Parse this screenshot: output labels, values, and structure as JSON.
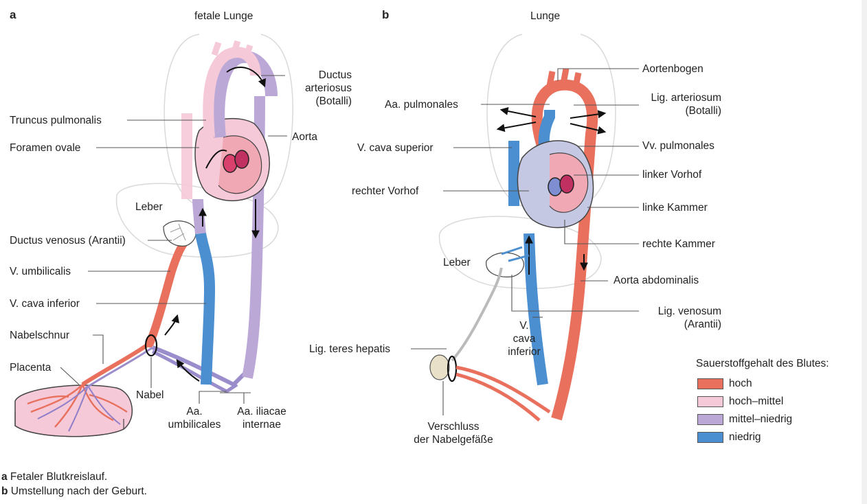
{
  "panel_a": {
    "letter": "a",
    "title": "fetale Lunge",
    "labels": {
      "ductus_arteriosus_1": "Ductus",
      "ductus_arteriosus_2": "arteriosus",
      "ductus_arteriosus_3": "(Botalli)",
      "truncus": "Truncus pulmonalis",
      "foramen": "Foramen ovale",
      "aorta": "Aorta",
      "leber": "Leber",
      "ductus_venosus": "Ductus venosus (Arantii)",
      "v_umbilicalis": "V. umbilicalis",
      "v_cava_inferior": "V. cava inferior",
      "nabelschnur": "Nabelschnur",
      "placenta": "Placenta",
      "nabel": "Nabel",
      "aa_umb_1": "Aa.",
      "aa_umb_2": "umbilicales",
      "aa_iliacae_1": "Aa. iliacae",
      "aa_iliacae_2": "internae"
    }
  },
  "panel_b": {
    "letter": "b",
    "title": "Lunge",
    "labels": {
      "aortenbogen": "Aortenbogen",
      "aa_pulmonales": "Aa. pulmonales",
      "lig_arteriosum_1": "Lig. arteriosum",
      "lig_arteriosum_2": "(Botalli)",
      "v_cava_superior": "V.  cava superior",
      "vv_pulmonales": "Vv. pulmonales",
      "linker_vorhof": "linker Vorhof",
      "rechter_vorhof": "rechter Vorhof",
      "linke_kammer": "linke Kammer",
      "rechte_kammer": "rechte Kammer",
      "leber": "Leber",
      "aorta_abdominalis": "Aorta abdominalis",
      "lig_venosum_1": "Lig. venosum",
      "lig_venosum_2": "(Arantii)",
      "v_cava_inf_1": "V.",
      "v_cava_inf_2": "cava",
      "v_cava_inf_3": "inferior",
      "lig_teres": "Lig. teres hepatis",
      "verschluss_1": "Verschluss",
      "verschluss_2": "der Nabelgefäße"
    }
  },
  "legend": {
    "title": "Sauerstoffgehalt des Blutes:",
    "items": [
      {
        "label": "hoch",
        "color": "#e8705c"
      },
      {
        "label": "hoch–mittel",
        "color": "#f6c9d8"
      },
      {
        "label": "mittel–niedrig",
        "color": "#bba8d6"
      },
      {
        "label": "niedrig",
        "color": "#4b8fd0"
      }
    ]
  },
  "caption": {
    "a_letter": "a",
    "a_text": " Fetaler Blutkreislauf.",
    "b_letter": "b",
    "b_text": " Umstellung nach der Geburt."
  }
}
